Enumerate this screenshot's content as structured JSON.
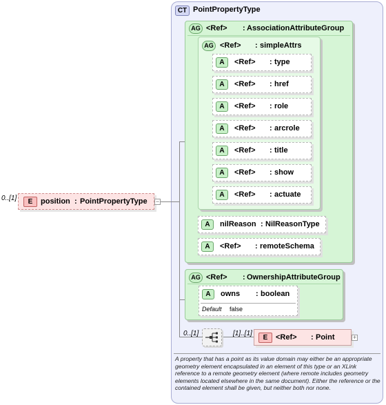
{
  "complex_type": {
    "badge": "CT",
    "name": "PointPropertyType"
  },
  "position_element": {
    "badge": "E",
    "cardinality": "0..[1]",
    "name": "position",
    "sep": ":",
    "type": "PointPropertyType"
  },
  "association_group": {
    "badge": "AG",
    "ref": "<Ref>",
    "sep": ":",
    "name": "AssociationAttributeGroup",
    "simple_attrs": {
      "badge": "AG",
      "ref": "<Ref>",
      "sep": ":",
      "name": "simpleAttrs",
      "attributes": [
        {
          "badge": "A",
          "ref": "<Ref>",
          "sep": ":",
          "name": "type"
        },
        {
          "badge": "A",
          "ref": "<Ref>",
          "sep": ":",
          "name": "href"
        },
        {
          "badge": "A",
          "ref": "<Ref>",
          "sep": ":",
          "name": "role"
        },
        {
          "badge": "A",
          "ref": "<Ref>",
          "sep": ":",
          "name": "arcrole"
        },
        {
          "badge": "A",
          "ref": "<Ref>",
          "sep": ":",
          "name": "title"
        },
        {
          "badge": "A",
          "ref": "<Ref>",
          "sep": ":",
          "name": "show"
        },
        {
          "badge": "A",
          "ref": "<Ref>",
          "sep": ":",
          "name": "actuate"
        }
      ]
    },
    "nil_reason": {
      "badge": "A",
      "name": "nilReason",
      "sep": ":",
      "type": "NilReasonType"
    },
    "remote_schema": {
      "badge": "A",
      "ref": "<Ref>",
      "sep": ":",
      "name": "remoteSchema"
    }
  },
  "ownership_group": {
    "badge": "AG",
    "ref": "<Ref>",
    "sep": ":",
    "name": "OwnershipAttributeGroup",
    "owns": {
      "badge": "A",
      "name": "owns",
      "sep": ":",
      "type": "boolean",
      "default_label": "Default",
      "default_value": "false"
    }
  },
  "sequence": {
    "cardinality": "0..[1]"
  },
  "point_element": {
    "cardinality": "[1]..[1]",
    "badge": "E",
    "ref": "<Ref>",
    "sep": ":",
    "name": "Point"
  },
  "description": "A property that has a point as its value domain may either be an appropriate geometry element encapsulated in an element of this type or an XLink reference to a remote geometry element (where remote includes geometry elements located elsewhere in the same document). Either the reference or the contained element shall be given, but neither both nor none."
}
